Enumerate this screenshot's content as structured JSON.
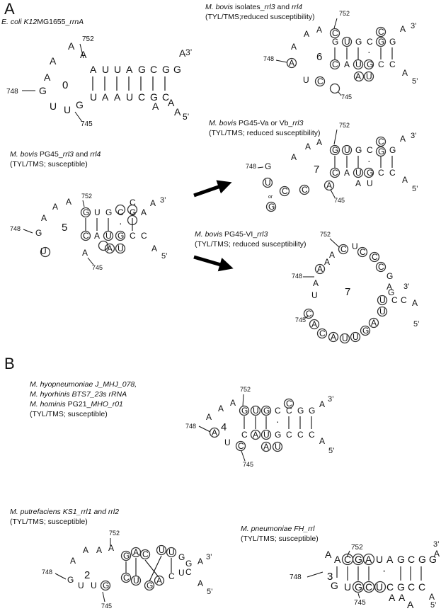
{
  "panels": {
    "A": "A",
    "B": "B"
  },
  "captions": {
    "ecoli": {
      "org": "E. coli K12",
      "strain": "MG1655_",
      "gene": "rrnA"
    },
    "bovis_isolates": {
      "org": "M. bovis",
      "text": " isolates_",
      "g1": "rrl3",
      "and": " and ",
      "g2": "rrl4",
      "line2": "(TYL/TMS;reduced susceptibility)"
    },
    "pg45": {
      "org": "M. bovis",
      "text": " PG45_",
      "g1": "rrl3",
      "and": " and ",
      "g2": "rrl4",
      "line2": "(TYL/TMS; susceptible)"
    },
    "pg45_va": {
      "org": "M. bovis",
      "text": " PG45-Va or Vb_",
      "g1": "rrl3",
      "line2": "(TYL/TMS; reduced susceptibility)"
    },
    "pg45_vi": {
      "org": "M. bovis",
      "text": " PG45-VI_",
      "g1": "rrl3",
      "line2": "(TYL/TMS; reduced susceptibility)"
    },
    "hyo": {
      "l1": "M. hyopneumoniae J_MHJ_078,",
      "l2": "M. hyorhinis BTS7_23s rRNA",
      "l3org": "M. hominis",
      "l3text": " PG21_",
      "l3gene": "MHO_r01",
      "l4": "(TYL/TMS; susceptible)"
    },
    "putre": {
      "org": "M. putrefaciens KS1_rrl1 and rrl2",
      "line2": "(TYL/TMS; susceptible)"
    },
    "pneu": {
      "org": "M. pneumoniae FH_rrl",
      "line2": "(TYL/TMS; susceptible)"
    }
  },
  "structures": {
    "s0": {
      "loop": "0",
      "pos_top": "752",
      "pos_left": "748",
      "pos_bottom": "745",
      "prime3": "3’",
      "prime5": "5’"
    },
    "s6": {
      "loop": "6",
      "pos_top": "752",
      "pos_left": "748",
      "pos_bottom": "745",
      "prime3": "3’",
      "prime5": "5’"
    },
    "s5": {
      "loop": "5",
      "pos_top": "752",
      "pos_left": "748",
      "pos_bottom": "745",
      "prime3": "3’",
      "prime5": "5’"
    },
    "s7a": {
      "loop": "7",
      "pos_top": "752",
      "pos_left": "748",
      "pos_bottom": "745",
      "prime3": "3’",
      "prime5": "5’"
    },
    "s7b": {
      "loop": "7",
      "pos_top": "752",
      "pos_left": "748",
      "pos_bottom": "745",
      "prime3": "3’",
      "prime5": "5’"
    },
    "s4": {
      "loop": "4",
      "pos_top": "752",
      "pos_left": "748",
      "pos_bottom": "745",
      "prime3": "3’",
      "prime5": "5’"
    },
    "s2": {
      "loop": "2",
      "pos_top": "752",
      "pos_left": "748",
      "pos_bottom": "745",
      "prime3": "3’",
      "prime5": "5’"
    },
    "s3": {
      "loop": "3",
      "pos_top": "752",
      "pos_left": "748",
      "pos_bottom": "745",
      "prime3": "3’",
      "prime5": "5’"
    }
  }
}
